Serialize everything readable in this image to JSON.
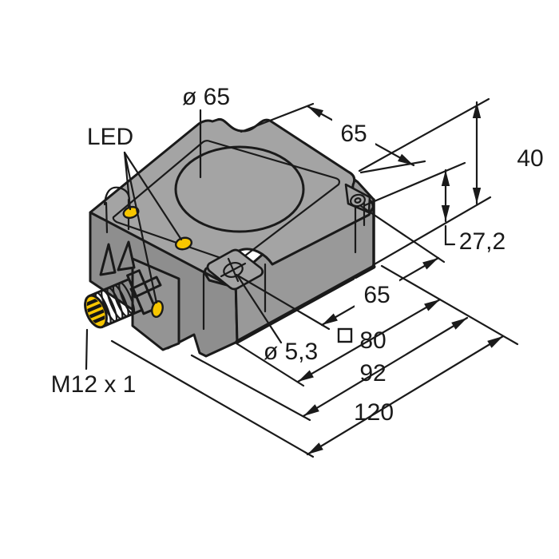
{
  "drawing": {
    "labels": {
      "face_diameter": "ø 65",
      "led": "LED",
      "top_width": "65",
      "height": "40",
      "step_height": "27,2",
      "hole_spacing": "65",
      "hole_diameter": "ø 5,3",
      "square_symbol": "□",
      "square_size": "80",
      "length_mid": "92",
      "length_overall": "120",
      "connector_thread": "M12 x 1"
    },
    "colors": {
      "background": "#ffffff",
      "line": "#1a1a1a",
      "body_top": "#a4a4a4",
      "body_right": "#999999",
      "body_left": "#8e8e8e",
      "recess_bright": "#f2f2f2",
      "led_yellow": "#f7c600"
    },
    "icons": {
      "led_indicator": "led-indicator",
      "m12_connector": "m12-connector",
      "mounting_hole": "mounting-hole",
      "sensing_face": "sensing-face"
    }
  }
}
